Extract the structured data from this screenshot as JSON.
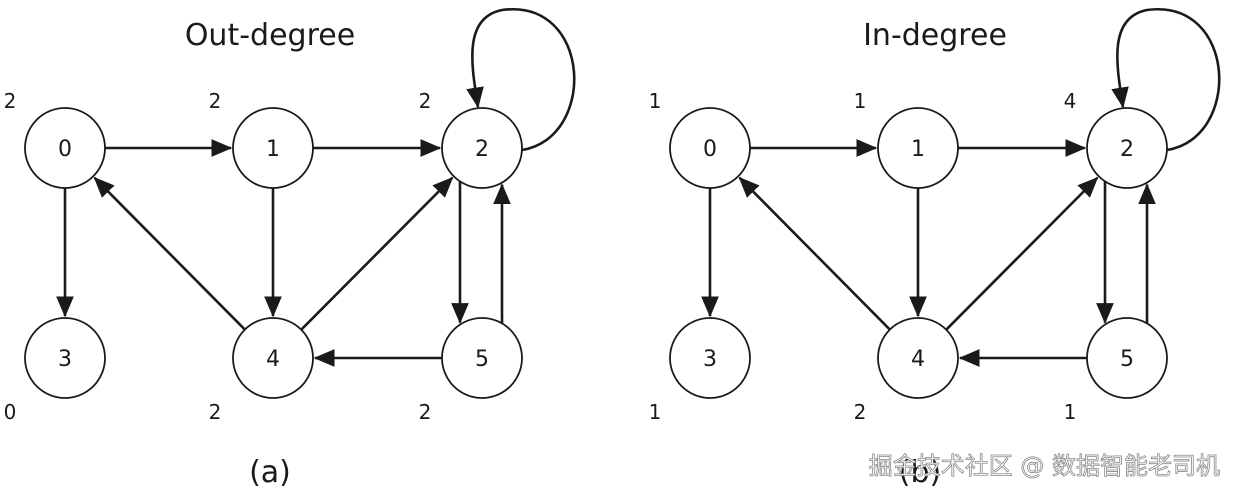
{
  "graph": {
    "nodes": [
      {
        "id": "0",
        "label": "0"
      },
      {
        "id": "1",
        "label": "1"
      },
      {
        "id": "2",
        "label": "2"
      },
      {
        "id": "3",
        "label": "3"
      },
      {
        "id": "4",
        "label": "4"
      },
      {
        "id": "5",
        "label": "5"
      }
    ],
    "edges": [
      {
        "from": "0",
        "to": "1"
      },
      {
        "from": "0",
        "to": "3"
      },
      {
        "from": "1",
        "to": "2"
      },
      {
        "from": "1",
        "to": "4"
      },
      {
        "from": "2",
        "to": "2"
      },
      {
        "from": "2",
        "to": "5"
      },
      {
        "from": "4",
        "to": "0"
      },
      {
        "from": "4",
        "to": "2"
      },
      {
        "from": "5",
        "to": "2"
      },
      {
        "from": "5",
        "to": "4"
      }
    ]
  },
  "panels": [
    {
      "title": "Out-degree",
      "caption": "(a)",
      "degrees": {
        "0": "2",
        "1": "2",
        "2": "2",
        "3": "0",
        "4": "2",
        "5": "2"
      }
    },
    {
      "title": "In-degree",
      "caption": "(b)",
      "degrees": {
        "0": "1",
        "1": "1",
        "2": "4",
        "3": "1",
        "4": "2",
        "5": "1"
      }
    }
  ],
  "watermark": "掘金技术社区 @ 数据智能老司机"
}
